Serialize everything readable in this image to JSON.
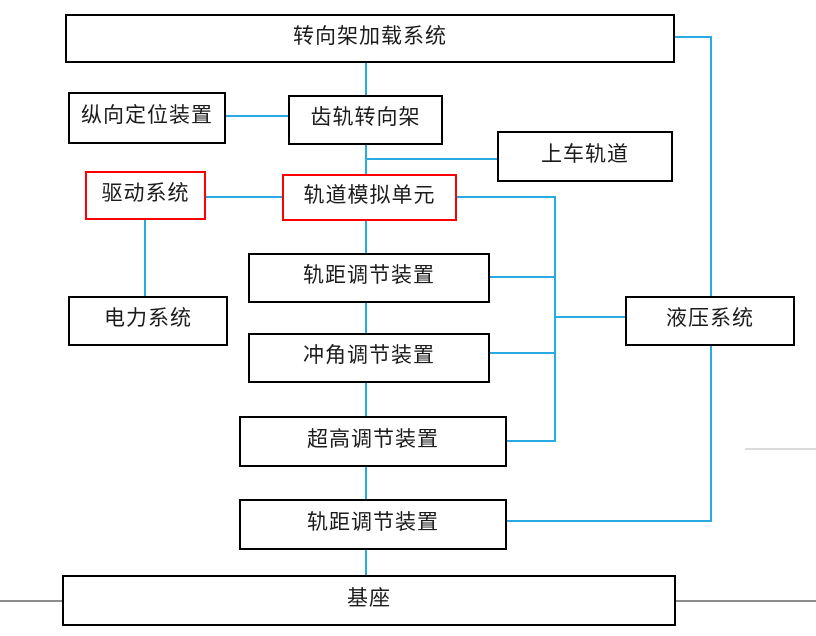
{
  "diagram": {
    "type": "block-diagram",
    "language": "zh",
    "nodes": [
      {
        "id": "bogie-loading-system",
        "label": "转向架加载系统",
        "border": "black"
      },
      {
        "id": "longitudinal-positioning",
        "label": "纵向定位装置",
        "border": "black"
      },
      {
        "id": "rack-bogie",
        "label": "齿轨转向架",
        "border": "black"
      },
      {
        "id": "boarding-track",
        "label": "上车轨道",
        "border": "black"
      },
      {
        "id": "drive-system",
        "label": "驱动系统",
        "border": "red"
      },
      {
        "id": "track-simulation-unit",
        "label": "轨道模拟单元",
        "border": "red"
      },
      {
        "id": "gauge-adjust-1",
        "label": "轨距调节装置",
        "border": "black"
      },
      {
        "id": "power-system",
        "label": "电力系统",
        "border": "black"
      },
      {
        "id": "attack-angle-adjust",
        "label": "冲角调节装置",
        "border": "black"
      },
      {
        "id": "hydraulic-system",
        "label": "液压系统",
        "border": "black"
      },
      {
        "id": "superelevation-adjust",
        "label": "超高调节装置",
        "border": "black"
      },
      {
        "id": "gauge-adjust-2",
        "label": "轨距调节装置",
        "border": "black"
      },
      {
        "id": "base",
        "label": "基座",
        "border": "black"
      }
    ],
    "edges": [
      {
        "from": "bogie-loading-system",
        "to": "rack-bogie"
      },
      {
        "from": "longitudinal-positioning",
        "to": "rack-bogie"
      },
      {
        "from": "rack-bogie",
        "to": "track-simulation-unit"
      },
      {
        "from": "rack-bogie",
        "to": "boarding-track"
      },
      {
        "from": "drive-system",
        "to": "track-simulation-unit"
      },
      {
        "from": "drive-system",
        "to": "power-system"
      },
      {
        "from": "track-simulation-unit",
        "to": "gauge-adjust-1"
      },
      {
        "from": "track-simulation-unit",
        "to": "right-bus"
      },
      {
        "from": "gauge-adjust-1",
        "to": "right-bus"
      },
      {
        "from": "right-bus",
        "to": "hydraulic-system"
      },
      {
        "from": "attack-angle-adjust",
        "to": "right-bus"
      },
      {
        "from": "right-bus",
        "to": "superelevation-adjust"
      },
      {
        "from": "gauge-adjust-1",
        "to": "attack-angle-adjust"
      },
      {
        "from": "attack-angle-adjust",
        "to": "superelevation-adjust"
      },
      {
        "from": "superelevation-adjust",
        "to": "gauge-adjust-2"
      },
      {
        "from": "gauge-adjust-2",
        "to": "base"
      },
      {
        "from": "bogie-loading-system",
        "to": "hydraulic-system"
      },
      {
        "from": "hydraulic-system",
        "to": "gauge-adjust-2"
      }
    ],
    "colors": {
      "connector": "#29abe2",
      "box_border": "#000000",
      "highlight_border": "#ff0000",
      "page_rule": "#8c8c8c",
      "faint_rule": "#dcdcdc",
      "background": "#ffffff"
    }
  }
}
